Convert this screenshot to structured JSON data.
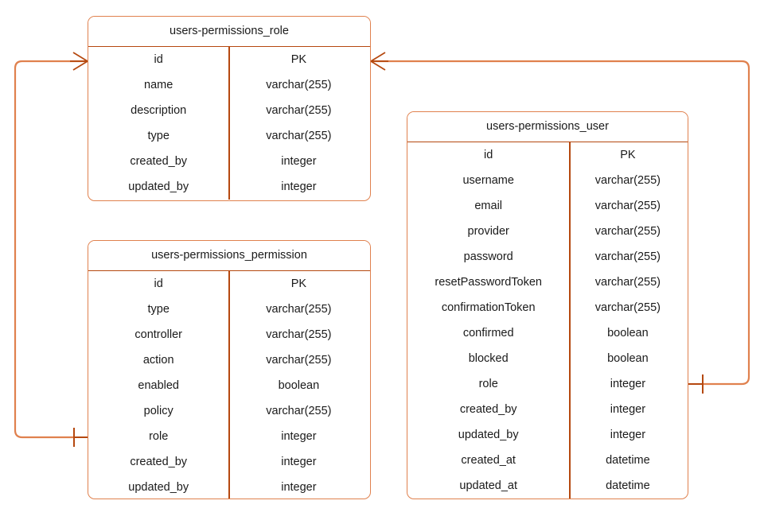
{
  "diagram": {
    "kind": "entity-relationship-diagram",
    "colors": {
      "entity_border": "#e0814e",
      "entity_divider": "#b5480f",
      "relationship_line": "#e0814e",
      "relationship_marker": "#b5480f",
      "text": "#1a1a1a",
      "background": "#ffffff"
    },
    "entities": [
      {
        "id": "role",
        "title": "users-permissions_role",
        "fields": [
          {
            "name": "id",
            "type": "PK"
          },
          {
            "name": "name",
            "type": "varchar(255)"
          },
          {
            "name": "description",
            "type": "varchar(255)"
          },
          {
            "name": "type",
            "type": "varchar(255)"
          },
          {
            "name": "created_by",
            "type": "integer"
          },
          {
            "name": "updated_by",
            "type": "integer"
          }
        ]
      },
      {
        "id": "permission",
        "title": "users-permissions_permission",
        "fields": [
          {
            "name": "id",
            "type": "PK"
          },
          {
            "name": "type",
            "type": "varchar(255)"
          },
          {
            "name": "controller",
            "type": "varchar(255)"
          },
          {
            "name": "action",
            "type": "varchar(255)"
          },
          {
            "name": "enabled",
            "type": "boolean"
          },
          {
            "name": "policy",
            "type": "varchar(255)"
          },
          {
            "name": "role",
            "type": "integer"
          },
          {
            "name": "created_by",
            "type": "integer"
          },
          {
            "name": "updated_by",
            "type": "integer"
          }
        ]
      },
      {
        "id": "user",
        "title": "users-permissions_user",
        "fields": [
          {
            "name": "id",
            "type": "PK"
          },
          {
            "name": "username",
            "type": "varchar(255)"
          },
          {
            "name": "email",
            "type": "varchar(255)"
          },
          {
            "name": "provider",
            "type": "varchar(255)"
          },
          {
            "name": "password",
            "type": "varchar(255)"
          },
          {
            "name": "resetPasswordToken",
            "type": "varchar(255)"
          },
          {
            "name": "confirmationToken",
            "type": "varchar(255)"
          },
          {
            "name": "confirmed",
            "type": "boolean"
          },
          {
            "name": "blocked",
            "type": "boolean"
          },
          {
            "name": "role",
            "type": "integer"
          },
          {
            "name": "created_by",
            "type": "integer"
          },
          {
            "name": "updated_by",
            "type": "integer"
          },
          {
            "name": "created_at",
            "type": "datetime"
          },
          {
            "name": "updated_at",
            "type": "datetime"
          }
        ]
      }
    ],
    "relationships": [
      {
        "id": "role-to-permission",
        "from_entity": "role",
        "from_field": "id",
        "from_cardinality": "many",
        "to_entity": "permission",
        "to_field": "role",
        "to_cardinality": "one"
      },
      {
        "id": "role-to-user",
        "from_entity": "role",
        "from_field": "id",
        "from_cardinality": "many",
        "to_entity": "user",
        "to_field": "role",
        "to_cardinality": "one"
      }
    ]
  }
}
